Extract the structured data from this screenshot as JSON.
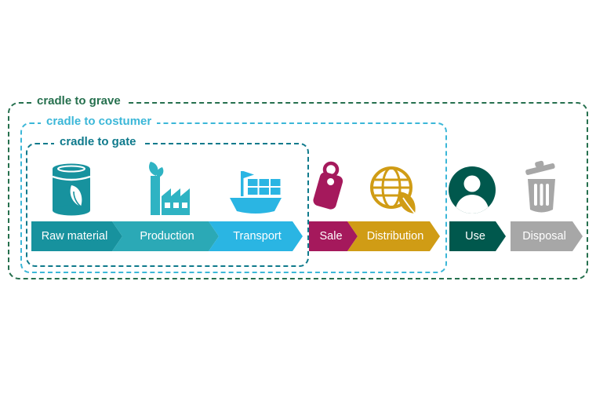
{
  "diagram": {
    "scopes": [
      {
        "name": "cradle-to-grave",
        "label": "cradle to grave",
        "color": "#26704e"
      },
      {
        "name": "cradle-to-costumer",
        "label": "cradle to costumer",
        "color": "#3bb7d8"
      },
      {
        "name": "cradle-to-gate",
        "label": "cradle to gate",
        "color": "#0f7a8c"
      }
    ],
    "stages": [
      {
        "label": "Raw material",
        "color": "#17929e",
        "icon": "eco-barrel-icon"
      },
      {
        "label": "Production",
        "color": "#2ba9b6",
        "icon": "green-factory-icon"
      },
      {
        "label": "Transport",
        "color": "#2ab5e3",
        "icon": "cargo-ship-icon"
      },
      {
        "label": "Sale",
        "color": "#a5195c",
        "icon": "price-tag-icon"
      },
      {
        "label": "Distribution",
        "color": "#d09c15",
        "icon": "globe-leaf-icon"
      },
      {
        "label": "Use",
        "color": "#00584d",
        "icon": "user-icon"
      },
      {
        "label": "Disposal",
        "color": "#a7a7a7",
        "icon": "trash-bin-icon"
      }
    ]
  }
}
